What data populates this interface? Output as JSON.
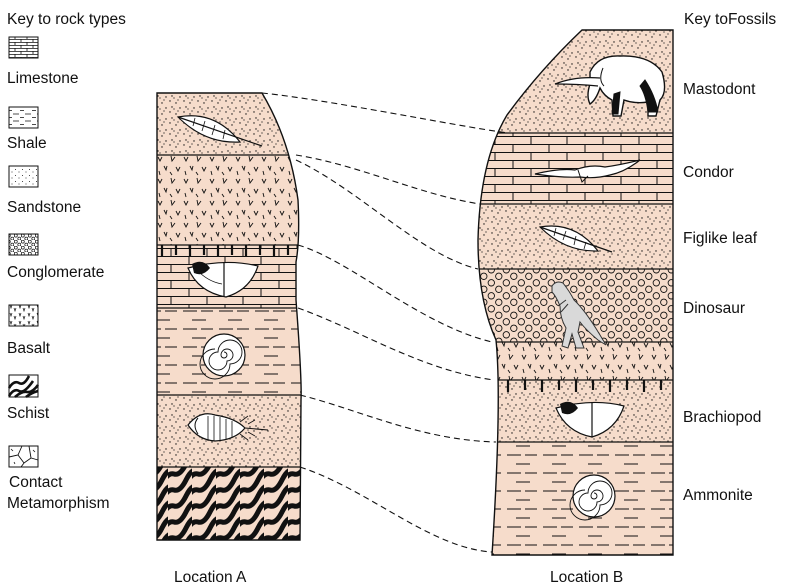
{
  "rock_key": {
    "title": "Key to rock types",
    "items": [
      {
        "id": "limestone",
        "label": "Limestone"
      },
      {
        "id": "shale",
        "label": "Shale"
      },
      {
        "id": "sandstone",
        "label": "Sandstone"
      },
      {
        "id": "conglomerate",
        "label": "Conglomerate"
      },
      {
        "id": "basalt",
        "label": "Basalt"
      },
      {
        "id": "schist",
        "label": "Schist"
      },
      {
        "id": "contact",
        "label": "Contact",
        "label2": "Metamorphism"
      }
    ]
  },
  "fossil_key": {
    "title": "Key toFossils",
    "items": [
      {
        "id": "mastodont",
        "label": "Mastodont"
      },
      {
        "id": "condor",
        "label": "Condor"
      },
      {
        "id": "figlike-leaf",
        "label": "Figlike leaf"
      },
      {
        "id": "dinosaur",
        "label": "Dinosaur"
      },
      {
        "id": "brachiopod",
        "label": "Brachiopod"
      },
      {
        "id": "ammonite",
        "label": "Ammonite"
      }
    ]
  },
  "columns": {
    "a": {
      "label": "Location A"
    },
    "b": {
      "label": "Location B"
    }
  },
  "colors": {
    "rock_fill": "#f6dccb",
    "line": "#111111"
  }
}
